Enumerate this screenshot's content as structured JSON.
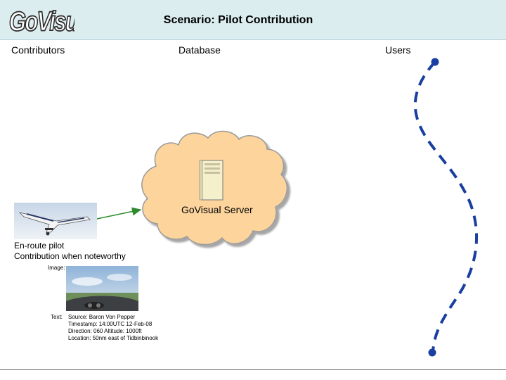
{
  "header": {
    "logo_text": "GoVisual",
    "title": "Scenario: Pilot Contribution"
  },
  "columns": {
    "contributors": "Contributors",
    "database": "Database",
    "users": "Users"
  },
  "server": {
    "label": "GoVisual Server"
  },
  "contribution": {
    "caption_line1": "En-route pilot",
    "caption_line2": "Contribution when noteworthy",
    "image_label": "Image:",
    "text_label": "Text:",
    "details": [
      "Source: Baron Von Pepper",
      "Timestamp: 14:00UTC 12-Feb-08",
      "Direction: 060 Altitude: 1000ft",
      "Location: 50nm east of Tidbinbinook"
    ]
  },
  "colors": {
    "header_bg": "#dcedf0",
    "cloud_fill": "#fcd49c",
    "cloud_stroke": "#9a9a9a",
    "arrow": "#2e8b2e",
    "user_path": "#1a3fa0"
  }
}
